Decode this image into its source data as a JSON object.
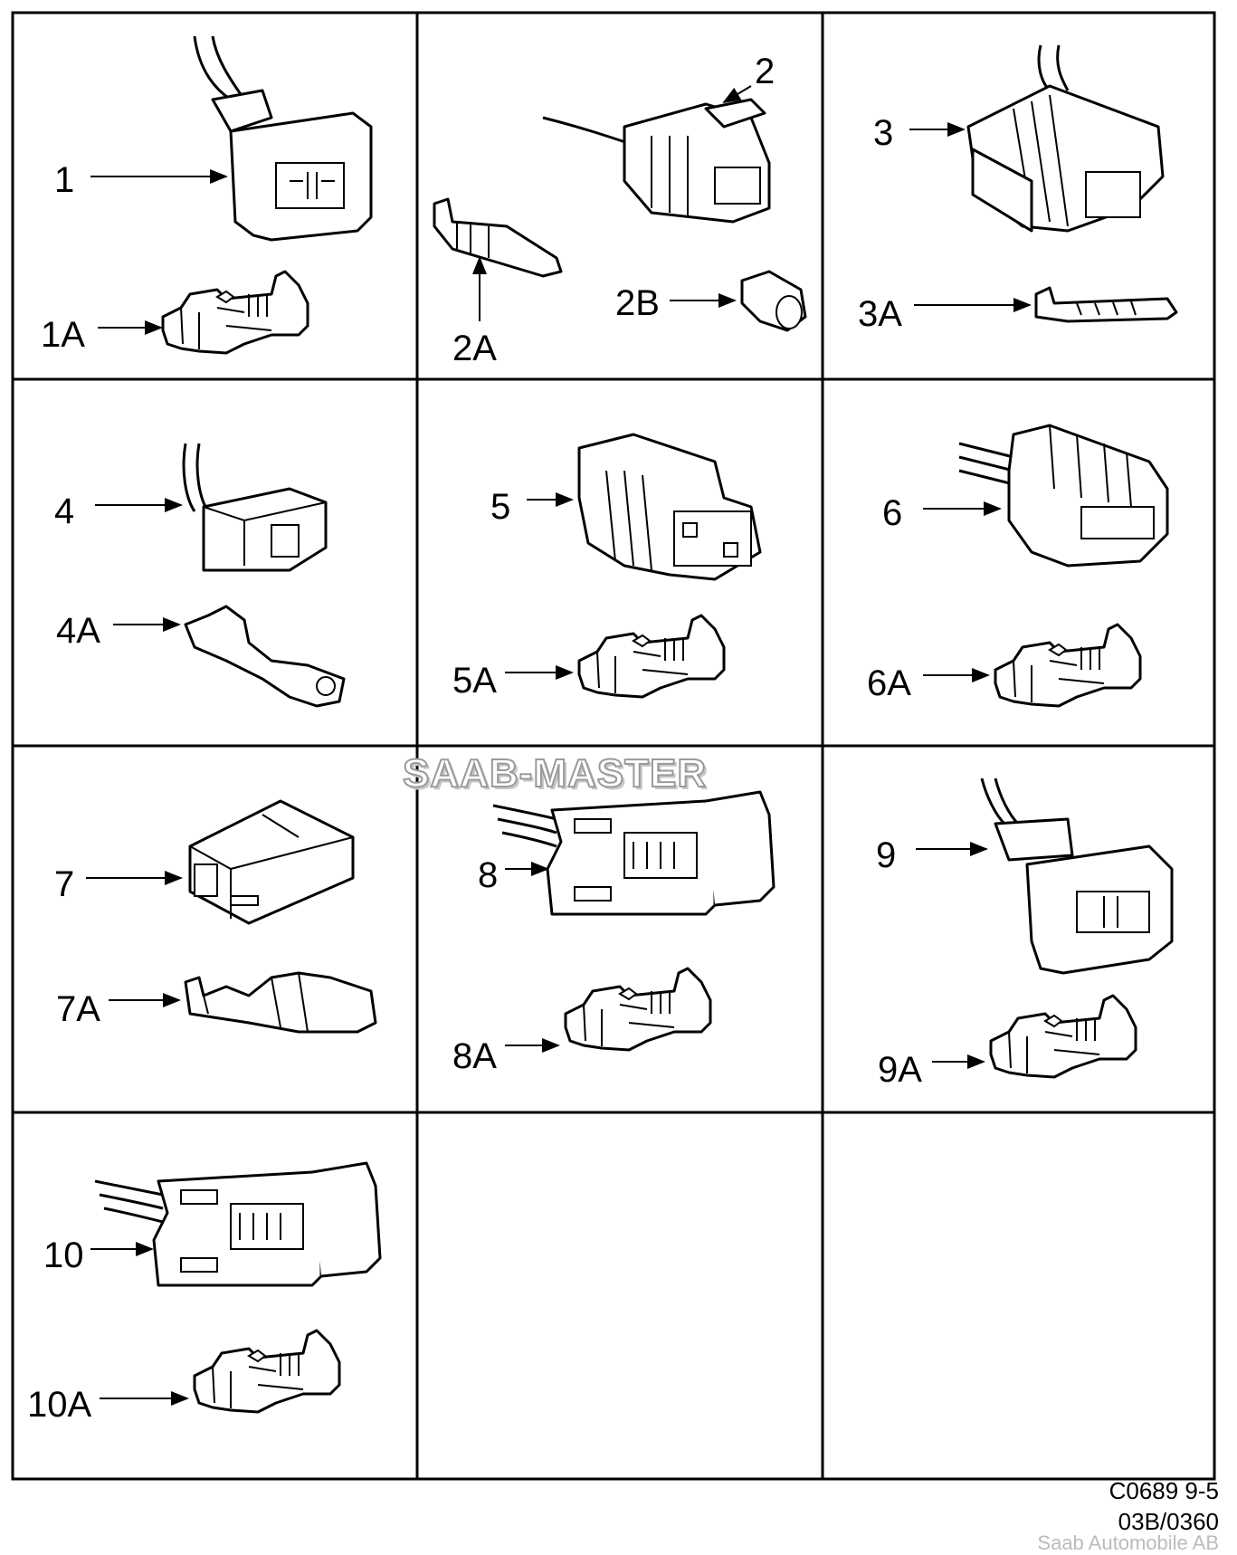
{
  "figure": {
    "cells": [
      {
        "callouts": [
          "1",
          "1A"
        ]
      },
      {
        "callouts": [
          "2",
          "2A",
          "2B"
        ]
      },
      {
        "callouts": [
          "3",
          "3A"
        ]
      },
      {
        "callouts": [
          "4",
          "4A"
        ]
      },
      {
        "callouts": [
          "5",
          "5A"
        ]
      },
      {
        "callouts": [
          "6",
          "6A"
        ]
      },
      {
        "callouts": [
          "7",
          "7A"
        ]
      },
      {
        "callouts": [
          "8",
          "8A"
        ]
      },
      {
        "callouts": [
          "9",
          "9A"
        ]
      },
      {
        "callouts": [
          "10",
          "10A"
        ]
      }
    ],
    "watermark": "SAAB-MASTER",
    "drawing_code": "C0689 9-5",
    "reference": "03B/0360",
    "copyright": "Saab Automobile AB"
  }
}
